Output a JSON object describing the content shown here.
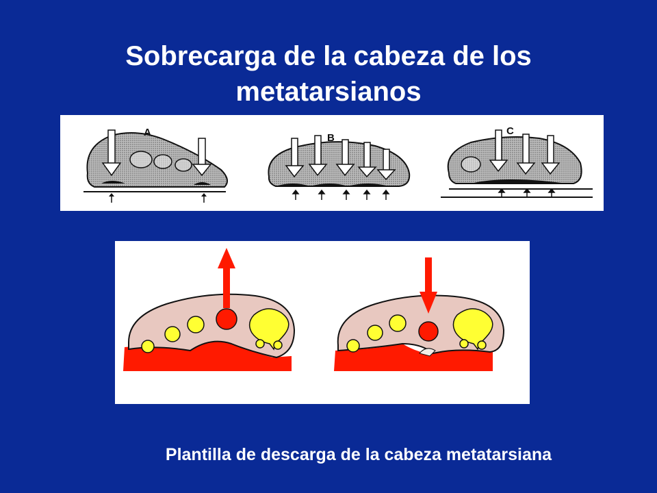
{
  "slide": {
    "title_line1": "Sobrecarga de la cabeza de los",
    "title_line2": "metatarsianos",
    "caption": "Plantilla de descarga de la cabeza metatarsiana"
  },
  "figure_top": {
    "labels": [
      "A",
      "B",
      "C"
    ]
  },
  "colors": {
    "background": "#0a2a96",
    "insole_red": "#ff1a00",
    "foot_tissue": "#e8c8c0",
    "bone_yellow": "#ffff33",
    "metatarsal_head_red": "#ff1a00"
  }
}
